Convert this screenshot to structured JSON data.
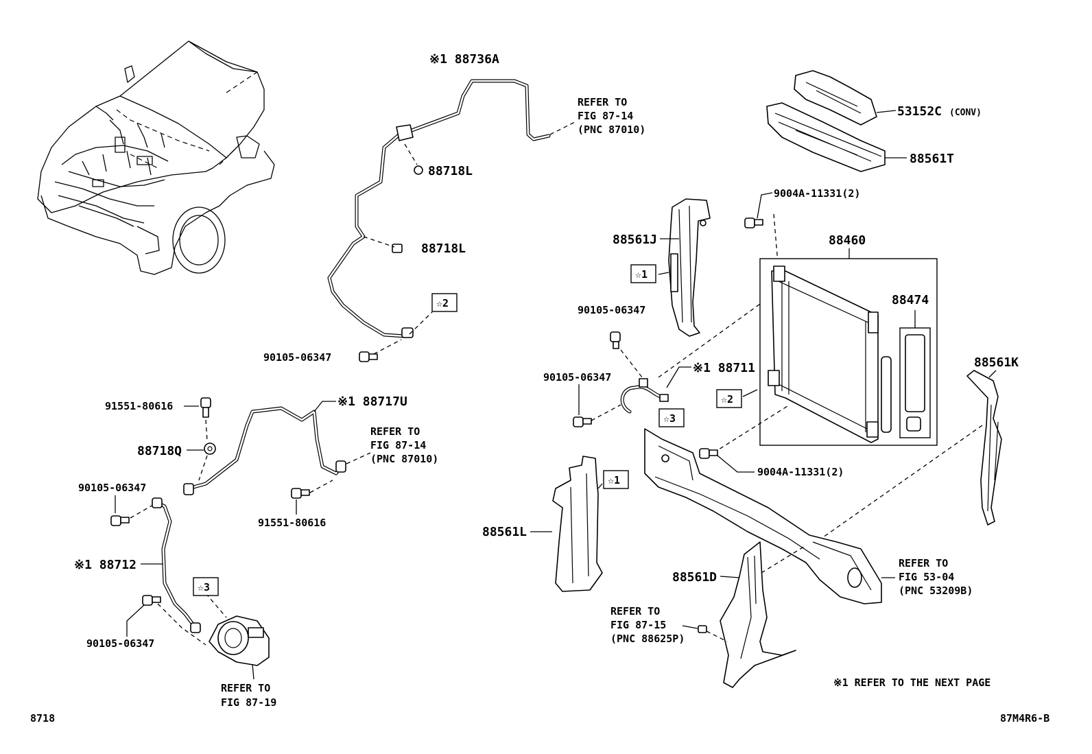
{
  "diagram": {
    "figure_code": "8718",
    "image_code": "87M4R6-B",
    "note": "※1  REFER TO THE NEXT PAGE",
    "parts": {
      "p88736A": "※1  88736A",
      "p88718L_top": "88718L",
      "p88718L_mid": "88718L",
      "b90105_a": "90105-06347",
      "star2_pipe": "☆2",
      "p53152C": "53152C",
      "p53152C_suffix": "(CONV)",
      "p88561T": "88561T",
      "b9004A_top": "9004A-11331(2)",
      "p88561J": "88561J",
      "star1_j": "☆1",
      "p88460": "88460",
      "p88474": "88474",
      "b90105_b": "90105-06347",
      "b90105_c": "90105-06347",
      "p88711": "※1  88711",
      "star3_sensor": "☆3",
      "star2_cond": "☆2",
      "p88561K": "88561K",
      "b9004A_bot": "9004A-11331(2)",
      "b91551_top": "91551-80616",
      "p88717U": "※1  88717U",
      "p88718Q": "88718Q",
      "b90105_d": "90105-06347",
      "b91551_bot": "91551-80616",
      "p88712": "※1  88712",
      "star3_comp": "☆3",
      "b90105_e": "90105-06347",
      "star1_l": "☆1",
      "p88561L": "88561L",
      "p88561D": "88561D"
    },
    "refs": {
      "r1": [
        "REFER TO",
        "FIG 87-14",
        "(PNC 87010)"
      ],
      "r2": [
        "REFER TO",
        "FIG 87-14",
        "(PNC 87010)"
      ],
      "r3": [
        "REFER TO",
        "FIG 53-04",
        "(PNC 53209B)"
      ],
      "r4": [
        "REFER TO",
        "FIG 87-15",
        "(PNC 88625P)"
      ],
      "r5": [
        "REFER TO",
        "FIG 87-19"
      ]
    }
  }
}
